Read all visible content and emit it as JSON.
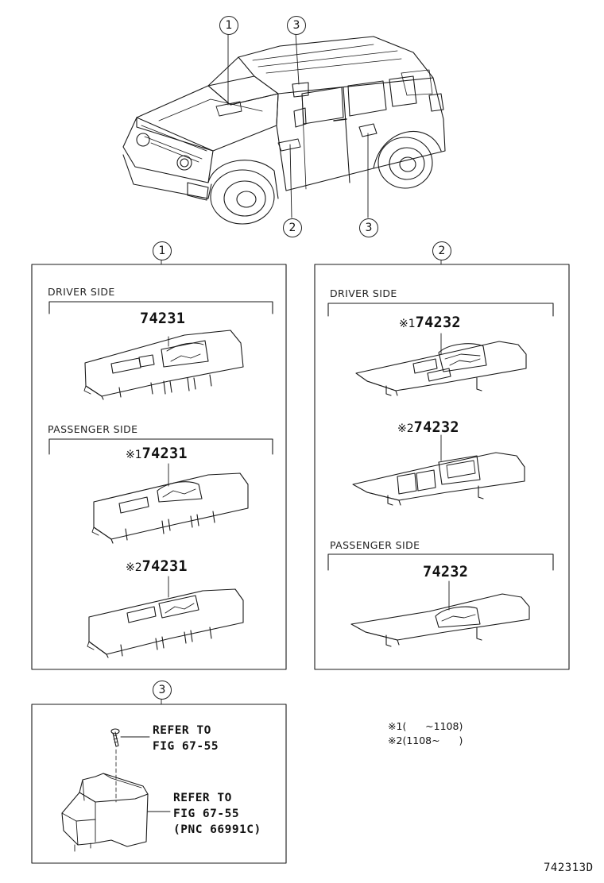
{
  "callouts": {
    "c1": "1",
    "c2": "2",
    "c3": "3"
  },
  "box1": {
    "driver_side": "DRIVER SIDE",
    "passenger_side": "PASSENGER SIDE",
    "part_a": "74231",
    "part_b_mark": "※1",
    "part_b": "74231",
    "part_c_mark": "※2",
    "part_c": "74231"
  },
  "box2": {
    "driver_side": "DRIVER SIDE",
    "passenger_side": "PASSENGER SIDE",
    "part_a_mark": "※1",
    "part_a": "74232",
    "part_b_mark": "※2",
    "part_b": "74232",
    "part_c": "74232"
  },
  "box3": {
    "screw_ref_1": "REFER TO",
    "screw_ref_2": "FIG 67-55",
    "box_ref_1": "REFER TO",
    "box_ref_2": "FIG 67-55",
    "box_ref_3": "(PNC 66991C)"
  },
  "notes": {
    "n1_mark": "※1",
    "n1_text": "(      ~1108)",
    "n2_mark": "※2",
    "n2_text": "(1108~      )"
  },
  "figure_id": "742313D"
}
